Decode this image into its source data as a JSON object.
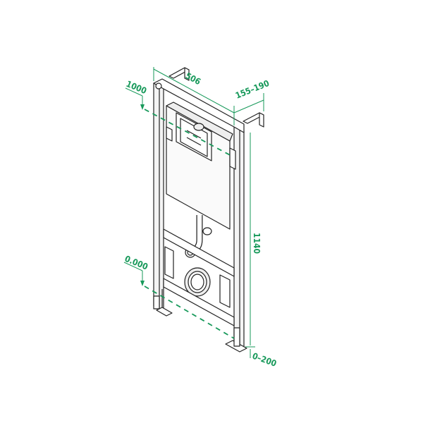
{
  "colors": {
    "dimension": "#17995a",
    "line": "#222222",
    "fill": "#ffffff",
    "shade": "#e6e6e6"
  },
  "dimensions": {
    "width": "506",
    "depth": "155–190",
    "level_top": "1000",
    "height": "1140",
    "level_floor": "0.000",
    "leg_adjust": "0–200"
  }
}
